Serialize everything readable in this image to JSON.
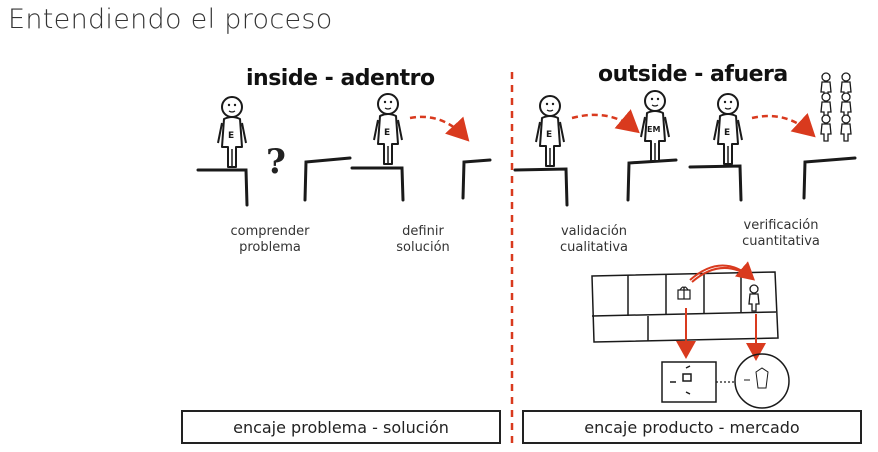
{
  "title": "Entendiendo el proceso",
  "sections": {
    "inside": "inside - adentro",
    "outside": "outside - afuera"
  },
  "question_mark": "?",
  "steps": [
    {
      "line1": "comprender",
      "line2": "problema"
    },
    {
      "line1": "definir",
      "line2": "solución"
    },
    {
      "line1": "validación",
      "line2": "cualitativa"
    },
    {
      "line1": "verificación",
      "line2": "cuantitativa"
    }
  ],
  "fits": {
    "left": "encaje problema - solución",
    "right": "encaje producto - mercado"
  },
  "figure_badges": {
    "person": "E",
    "transformed": "EM"
  },
  "colors": {
    "accent_red": "#d93a1e",
    "ink": "#1a1a1a"
  }
}
